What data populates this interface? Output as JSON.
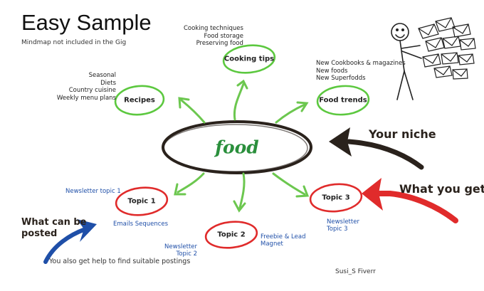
{
  "header": {
    "title": "Easy Sample",
    "subtitle": "Mindmap not included in the Gig"
  },
  "center": {
    "label": "food"
  },
  "branches": {
    "cooking_tips": {
      "label": "Cooking tips",
      "notes": [
        "Cooking techniques",
        "Food storage",
        "Preserving food"
      ]
    },
    "recipes": {
      "label": "Recipes",
      "notes": [
        "Seasonal",
        "Diets",
        "Country cuisine",
        "Weekly menu plans"
      ]
    },
    "food_trends": {
      "label": "Food trends",
      "notes": [
        "New Cookbooks & magazines",
        "New foods",
        "New Superfodds"
      ]
    },
    "topic1": {
      "label": "Topic 1",
      "note_above": "Newsletter topic 1",
      "note_below": "Emails Sequences"
    },
    "topic2": {
      "label": "Topic 2",
      "note_left": [
        "Newsletter",
        "Topic 2"
      ],
      "note_right": [
        "Freebie & Lead",
        "Magnet"
      ]
    },
    "topic3": {
      "label": "Topic 3",
      "note_below": [
        "Newsletter",
        "Topic 3"
      ]
    }
  },
  "callouts": {
    "your_niche": "Your niche",
    "what_you_get": "What you get",
    "what_can_be_posted": [
      "What can be",
      "posted"
    ]
  },
  "footer": {
    "help_text": "You also get help to find suitable postings",
    "credit": "Susi_S Fiverr"
  },
  "colors": {
    "green": "#5cc83f",
    "red": "#e02b2b",
    "blue": "#1f4fa8",
    "dark": "#2a221c"
  }
}
